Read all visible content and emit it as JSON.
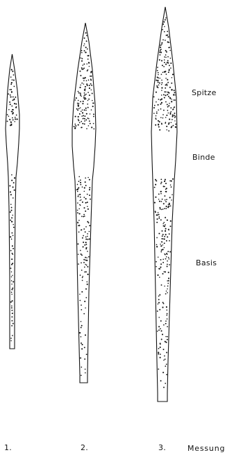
{
  "labels": {
    "spitze": "Spitze",
    "binde": "Binde",
    "basis": "Basis",
    "measurement_1": "1.",
    "measurement_2": "2.",
    "measurement_3": "3.",
    "messung": "Messung"
  },
  "colors": {
    "ink": "#111111",
    "background": "#ffffff"
  }
}
